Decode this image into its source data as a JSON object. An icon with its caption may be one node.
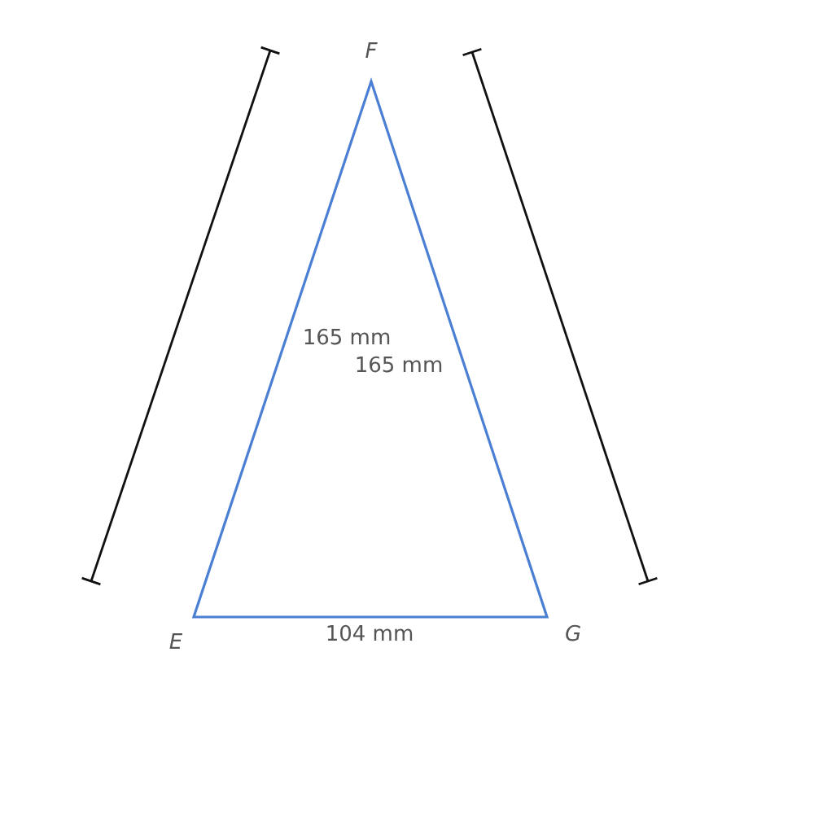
{
  "diagram": {
    "labels": [
      "F",
      "165 mm",
      "165 mm",
      "E",
      "104 mm",
      "G"
    ]
  }
}
